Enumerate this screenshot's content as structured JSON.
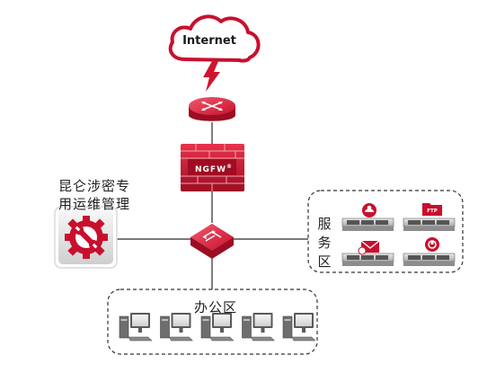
{
  "diagram": {
    "cloud_label": "Internet",
    "firewall_label": "NGFW",
    "firewall_mark": "®",
    "management": {
      "line1": "昆仑涉密专",
      "line2": "用运维管理"
    },
    "service_zone": {
      "title_chars": [
        "服",
        "务",
        "区"
      ],
      "server_badges": [
        "",
        "FTP",
        "",
        ""
      ]
    },
    "office_zone": {
      "title": "办公区",
      "pc_count": 5
    },
    "colors": {
      "brand_red": "#c8102e",
      "brand_red_dark": "#8e0a1f",
      "line": "#2a2a2a",
      "dash": "#333333"
    },
    "icons": [
      "cloud-icon",
      "lightning-icon",
      "router-icon",
      "firewall-icon",
      "gear-wrench-icon",
      "switch-icon",
      "server-icon",
      "pc-icon"
    ]
  }
}
